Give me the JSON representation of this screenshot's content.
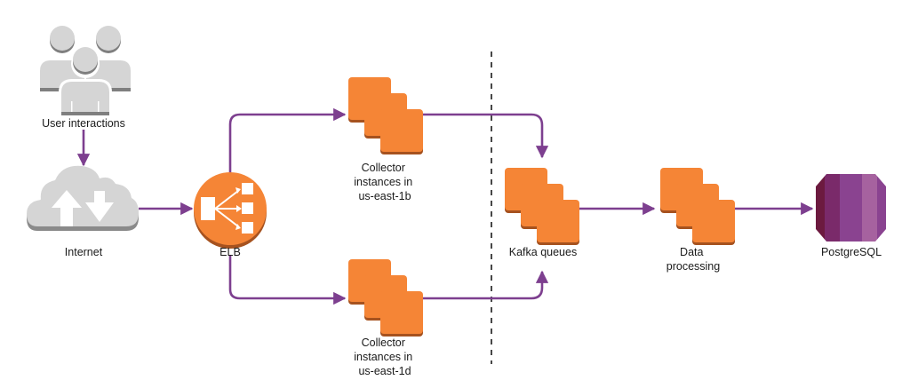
{
  "diagram": {
    "title": "",
    "colors": {
      "connector": "#7d3f8f",
      "aws_orange": "#f58536",
      "aws_orange_dark": "#a6521f",
      "gray_icon": "#d5d5d5",
      "gray_icon_dark": "#7f7f7f",
      "divider": "#1a1a1a",
      "db_shades": [
        "#6c1a3f",
        "#7a2a6a",
        "#8a4390",
        "#a6629f",
        "#8a4390"
      ]
    },
    "nodes": {
      "users": {
        "label": "User interactions",
        "icon": "users-icon"
      },
      "internet": {
        "label": "Internet",
        "icon": "cloud-upload-download-icon"
      },
      "elb": {
        "label": "ELB",
        "icon": "load-balancer-icon"
      },
      "collector_b": {
        "label_lines": [
          "Collector",
          "instances in",
          "us-east-1b"
        ],
        "icon": "instances-stack-icon"
      },
      "collector_d": {
        "label_lines": [
          "Collector",
          "instances in",
          "us-east-1d"
        ],
        "icon": "instances-stack-icon"
      },
      "kafka": {
        "label": "Kafka queues",
        "icon": "instances-stack-icon"
      },
      "processing": {
        "label_lines": [
          "Data",
          "processing"
        ],
        "icon": "instances-stack-icon"
      },
      "postgres": {
        "label": "PostgreSQL",
        "icon": "database-icon"
      }
    },
    "edges": [
      {
        "from": "users",
        "to": "internet"
      },
      {
        "from": "internet",
        "to": "elb"
      },
      {
        "from": "elb",
        "to": "collector_b"
      },
      {
        "from": "elb",
        "to": "collector_d"
      },
      {
        "from": "collector_b",
        "to": "kafka"
      },
      {
        "from": "collector_d",
        "to": "kafka"
      },
      {
        "from": "kafka",
        "to": "processing"
      },
      {
        "from": "processing",
        "to": "postgres"
      }
    ],
    "divider": {
      "style": "dashed",
      "orientation": "vertical"
    }
  }
}
